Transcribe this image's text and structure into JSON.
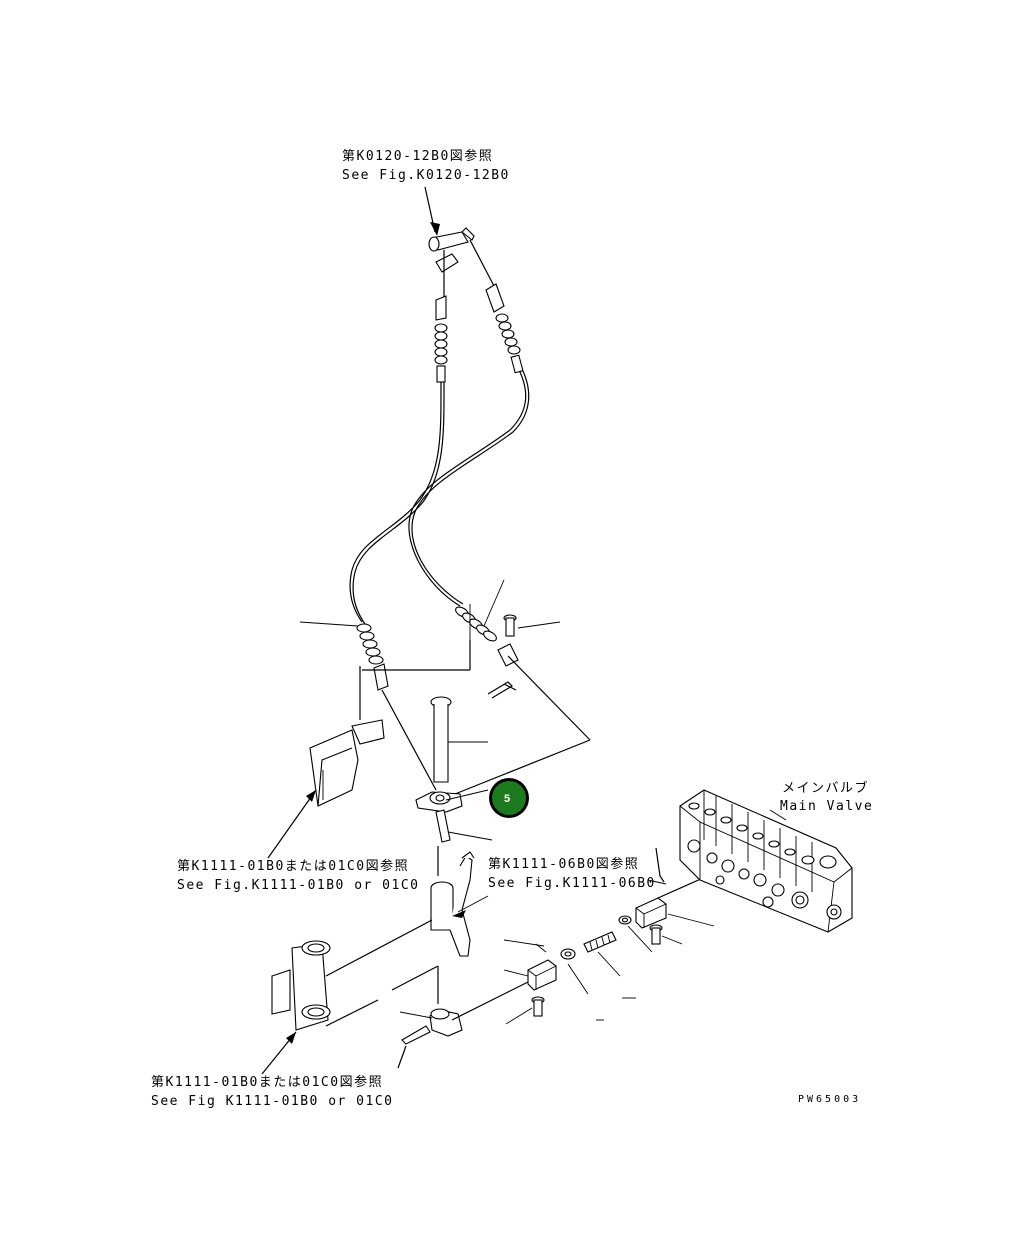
{
  "labels": {
    "top_ref_jp": "第K0120-12B0図参照",
    "top_ref_en": "See Fig.K0120-12B0",
    "left_ref_jp": "第K1111-01B0または01C0図参照",
    "left_ref_en": "See Fig.K1111-01B0 or 01C0",
    "mid_ref_jp": "第K1111-06B0図参照",
    "mid_ref_en": "See Fig.K1111-06B0",
    "bottom_ref_jp": "第K1111-01B0または01C0図参照",
    "bottom_ref_en": "See Fig K1111-01B0 or 01C0",
    "main_valve_jp": "メインバルブ",
    "main_valve_en": "Main Valve",
    "drawing_code": "PW65003"
  },
  "callouts": [
    {
      "number": "5",
      "color": "#1e7a1e"
    }
  ]
}
